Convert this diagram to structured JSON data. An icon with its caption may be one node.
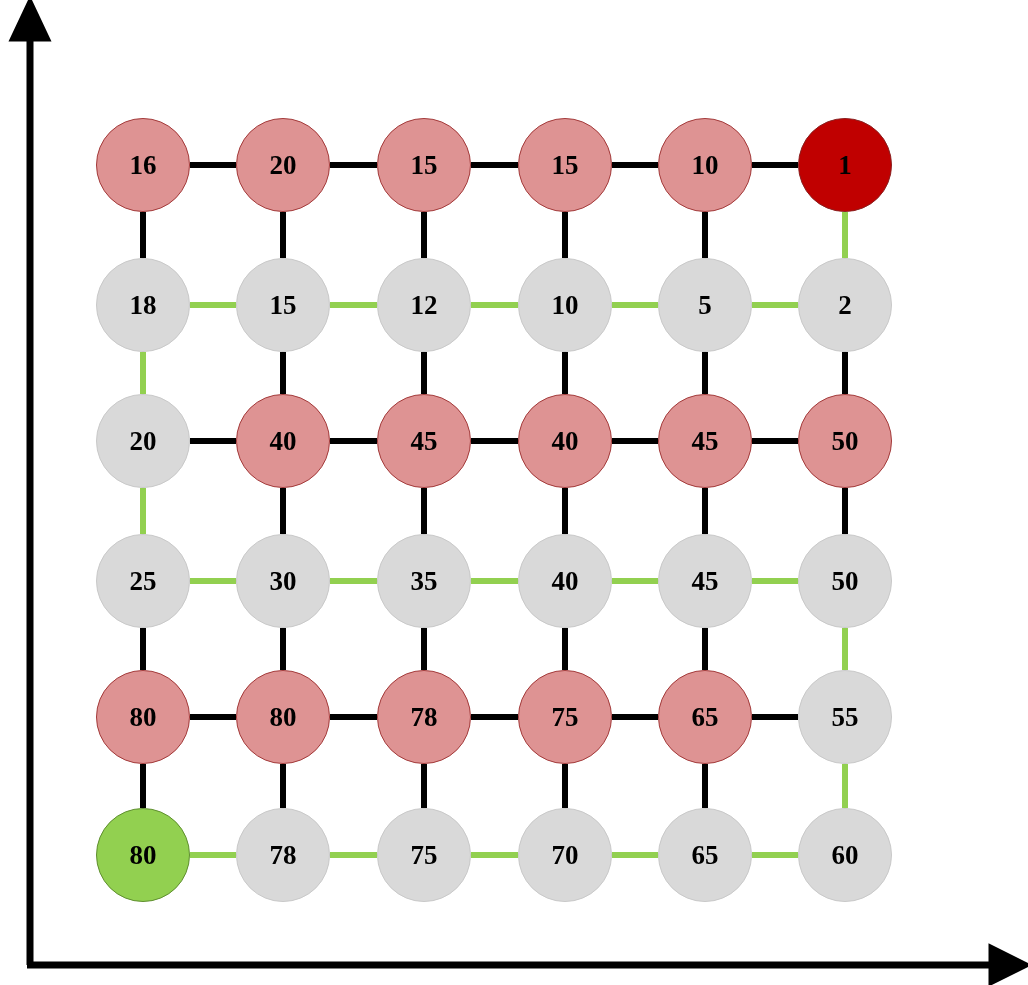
{
  "diagram": {
    "nodes": [
      {
        "text": [
          "16"
        ]
      },
      {
        "text": [
          "20"
        ]
      },
      {
        "text": [
          "15"
        ]
      },
      {
        "text": [
          "15"
        ]
      },
      {
        "text": [
          "10"
        ]
      },
      {
        "text": [
          "1"
        ]
      },
      {
        "text": [
          "18"
        ]
      },
      {
        "text": [
          "15"
        ]
      },
      {
        "text": [
          "12"
        ]
      },
      {
        "text": [
          "10"
        ]
      },
      {
        "text": [
          "5"
        ]
      },
      {
        "text": [
          "2"
        ]
      },
      {
        "text": [
          "20"
        ]
      },
      {
        "text": [
          "40"
        ]
      },
      {
        "text": [
          "45"
        ]
      },
      {
        "text": [
          "40"
        ]
      },
      {
        "text": [
          "45"
        ]
      },
      {
        "text": [
          "50"
        ]
      },
      {
        "text": [
          "25"
        ]
      },
      {
        "text": [
          "30"
        ]
      },
      {
        "text": [
          "35"
        ]
      },
      {
        "text": [
          "40"
        ]
      },
      {
        "text": [
          "45"
        ]
      },
      {
        "text": [
          "50"
        ]
      },
      {
        "text": [
          "80"
        ]
      },
      {
        "text": [
          "80"
        ]
      },
      {
        "text": [
          "78"
        ]
      },
      {
        "text": [
          "75"
        ]
      },
      {
        "text": [
          "65"
        ]
      },
      {
        "text": [
          "55"
        ]
      },
      {
        "text": [
          "80"
        ]
      },
      {
        "text": [
          "78"
        ]
      },
      {
        "text": [
          "75"
        ]
      },
      {
        "text": [
          "70"
        ]
      },
      {
        "text": [
          "65"
        ]
      },
      {
        "text": [
          "60"
        ]
      }
    ],
    "edges": [
      {
        "from": 0,
        "to": 1,
        "arrow": "none"
      },
      {
        "from": 1,
        "to": 2,
        "arrow": "none"
      },
      {
        "from": 2,
        "to": 3,
        "arrow": "none"
      },
      {
        "from": 3,
        "to": 4,
        "arrow": "none"
      },
      {
        "from": 4,
        "to": 5,
        "arrow": "none"
      },
      {
        "from": 6,
        "to": 7,
        "arrow": "none",
        "color": "#92d050"
      },
      {
        "from": 7,
        "to": 8,
        "arrow": "none",
        "color": "#92d050"
      },
      {
        "from": 8,
        "to": 9,
        "arrow": "none",
        "color": "#92d050"
      },
      {
        "from": 9,
        "to": 10,
        "arrow": "none",
        "color": "#92d050"
      },
      {
        "from": 10,
        "to": 11,
        "arrow": "none",
        "color": "#92d050"
      },
      {
        "from": 12,
        "to": 13,
        "arrow": "none"
      },
      {
        "from": 13,
        "to": 14,
        "arrow": "none"
      },
      {
        "from": 14,
        "to": 15,
        "arrow": "none"
      },
      {
        "from": 15,
        "to": 16,
        "arrow": "none"
      },
      {
        "from": 16,
        "to": 17,
        "arrow": "none"
      },
      {
        "from": 18,
        "to": 19,
        "arrow": "none",
        "color": "#92d050"
      },
      {
        "from": 19,
        "to": 20,
        "arrow": "none",
        "color": "#92d050"
      },
      {
        "from": 20,
        "to": 21,
        "arrow": "none",
        "color": "#92d050"
      },
      {
        "from": 21,
        "to": 22,
        "arrow": "none",
        "color": "#92d050"
      },
      {
        "from": 22,
        "to": 23,
        "arrow": "none",
        "color": "#92d050"
      },
      {
        "from": 24,
        "to": 25,
        "arrow": "none"
      },
      {
        "from": 25,
        "to": 26,
        "arrow": "none"
      },
      {
        "from": 26,
        "to": 27,
        "arrow": "none"
      },
      {
        "from": 27,
        "to": 28,
        "arrow": "none"
      },
      {
        "from": 28,
        "to": 29,
        "arrow": "none"
      },
      {
        "from": 30,
        "to": 31,
        "arrow": "none",
        "color": "#92d050"
      },
      {
        "from": 31,
        "to": 32,
        "arrow": "none",
        "color": "#92d050"
      },
      {
        "from": 32,
        "to": 33,
        "arrow": "none",
        "color": "#92d050"
      },
      {
        "from": 33,
        "to": 34,
        "arrow": "none",
        "color": "#92d050"
      },
      {
        "from": 34,
        "to": 35,
        "arrow": "none",
        "color": "#92d050"
      },
      {
        "from": 0,
        "to": 6,
        "arrow": "none"
      },
      {
        "from": 1,
        "to": 7,
        "arrow": "none"
      },
      {
        "from": 2,
        "to": 8,
        "arrow": "none"
      },
      {
        "from": 3,
        "to": 9,
        "arrow": "none"
      },
      {
        "from": 4,
        "to": 10,
        "arrow": "none"
      },
      {
        "from": 5,
        "to": 11,
        "arrow": "none",
        "color": "#92d050"
      },
      {
        "from": 6,
        "to": 12,
        "arrow": "none",
        "color": "#92d050"
      },
      {
        "from": 7,
        "to": 13,
        "arrow": "none"
      },
      {
        "from": 8,
        "to": 14,
        "arrow": "none"
      },
      {
        "from": 9,
        "to": 15,
        "arrow": "none"
      },
      {
        "from": 10,
        "to": 16,
        "arrow": "none"
      },
      {
        "from": 11,
        "to": 17,
        "arrow": "none"
      },
      {
        "from": 12,
        "to": 18,
        "arrow": "none",
        "color": "#92d050"
      },
      {
        "from": 13,
        "to": 19,
        "arrow": "none"
      },
      {
        "from": 14,
        "to": 20,
        "arrow": "none"
      },
      {
        "from": 15,
        "to": 21,
        "arrow": "none"
      },
      {
        "from": 16,
        "to": 22,
        "arrow": "none"
      },
      {
        "from": 17,
        "to": 23,
        "arrow": "none"
      },
      {
        "from": 18,
        "to": 24,
        "arrow": "none"
      },
      {
        "from": 19,
        "to": 25,
        "arrow": "none"
      },
      {
        "from": 20,
        "to": 26,
        "arrow": "none"
      },
      {
        "from": 21,
        "to": 27,
        "arrow": "none"
      },
      {
        "from": 22,
        "to": 28,
        "arrow": "none"
      },
      {
        "from": 23,
        "to": 29,
        "arrow": "none",
        "color": "#92d050"
      },
      {
        "from": 24,
        "to": 30,
        "arrow": "none"
      },
      {
        "from": 25,
        "to": 31,
        "arrow": "none"
      },
      {
        "from": 26,
        "to": 32,
        "arrow": "none"
      },
      {
        "from": 27,
        "to": 33,
        "arrow": "none"
      },
      {
        "from": 28,
        "to": 34,
        "arrow": "none"
      },
      {
        "from": 29,
        "to": 35,
        "arrow": "none",
        "color": "#92d050"
      }
    ]
  }
}
